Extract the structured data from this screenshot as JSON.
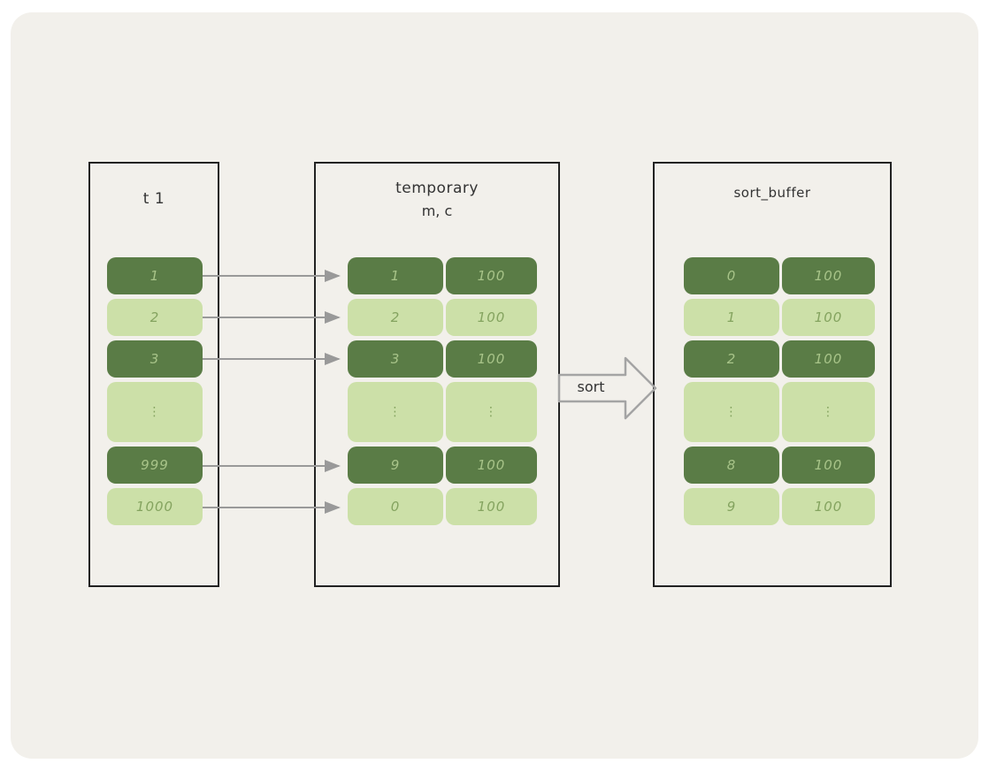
{
  "colors": {
    "page_bg": "#ffffff",
    "card_bg": "#f2f0eb",
    "panel_border": "#222222",
    "dark_cell": "#5a7c46",
    "light_cell": "#cce0a8",
    "dark_cell_text": "#a8c489",
    "light_cell_text": "#84a35f",
    "arrow": "#999999",
    "sort_arrow_border": "#a4a4a4",
    "title_text": "#333333"
  },
  "panels": {
    "t1": {
      "title": "t 1",
      "rows": [
        {
          "v": "1"
        },
        {
          "v": "2"
        },
        {
          "v": "3"
        },
        {
          "v": "⋮"
        },
        {
          "v": "999"
        },
        {
          "v": "1000"
        }
      ]
    },
    "temporary": {
      "title": "temporary",
      "subtitle": "m, c",
      "rows": [
        {
          "m": "1",
          "c": "100"
        },
        {
          "m": "2",
          "c": "100"
        },
        {
          "m": "3",
          "c": "100"
        },
        {
          "m": "⋮",
          "c": "⋮"
        },
        {
          "m": "9",
          "c": "100"
        },
        {
          "m": "0",
          "c": "100"
        }
      ]
    },
    "sort_buffer": {
      "title": "sort_buffer",
      "rows": [
        {
          "m": "0",
          "c": "100"
        },
        {
          "m": "1",
          "c": "100"
        },
        {
          "m": "2",
          "c": "100"
        },
        {
          "m": "⋮",
          "c": "⋮"
        },
        {
          "m": "8",
          "c": "100"
        },
        {
          "m": "9",
          "c": "100"
        }
      ]
    }
  },
  "sort_arrow_label": "sort"
}
